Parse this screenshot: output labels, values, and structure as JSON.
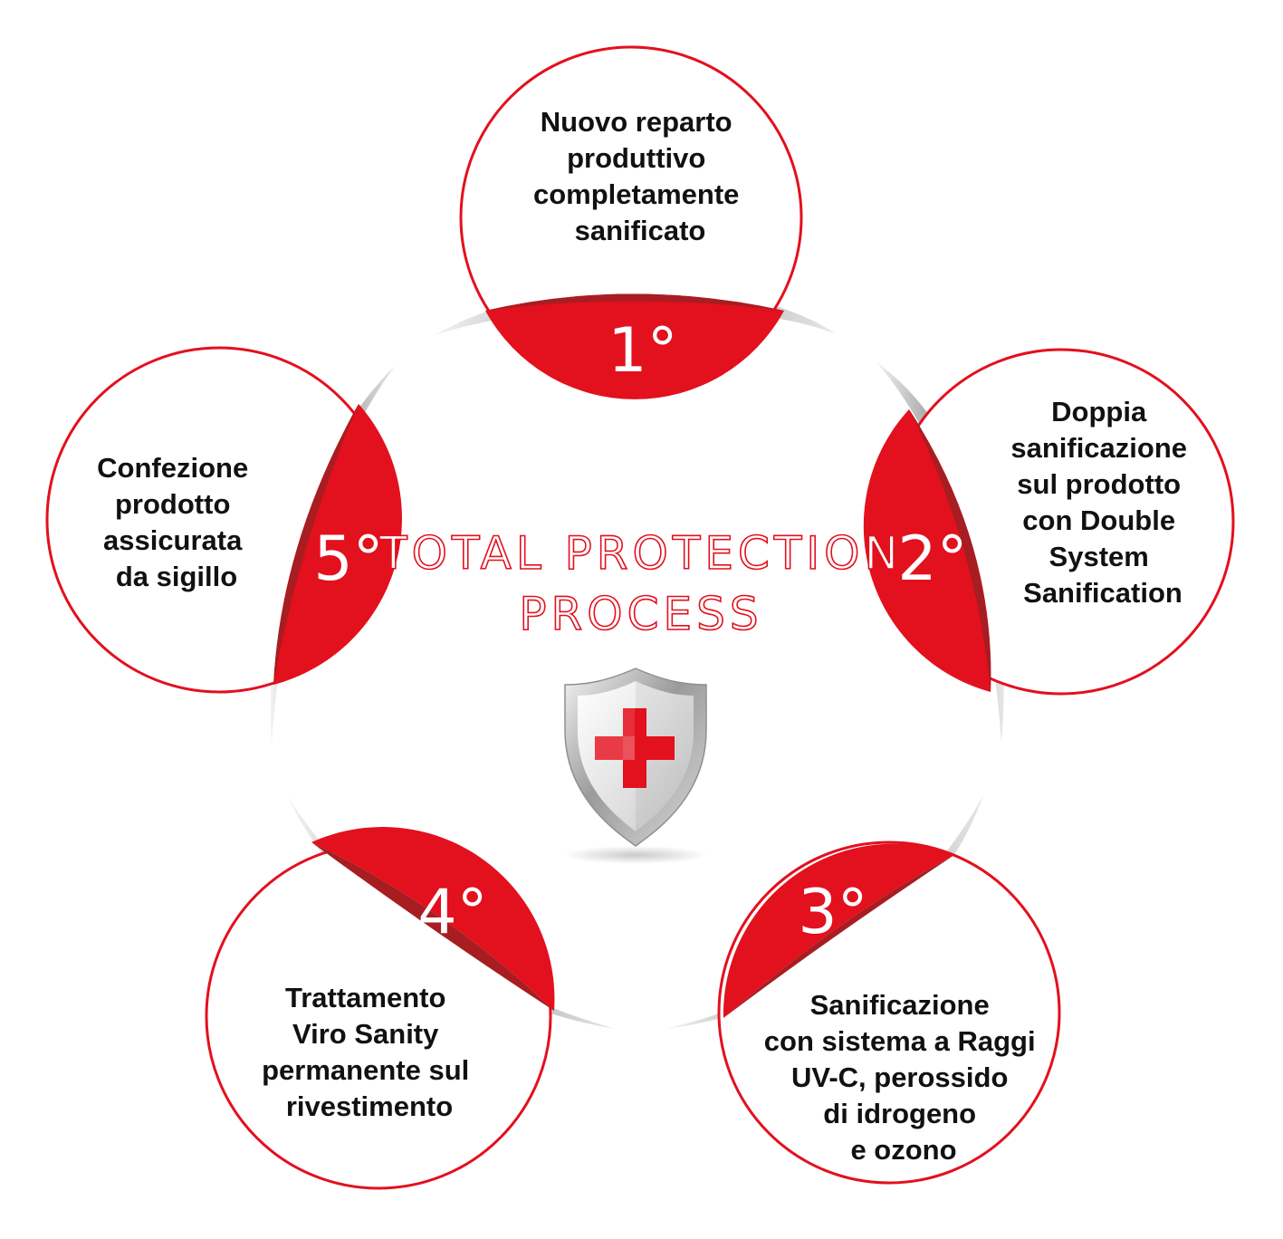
{
  "title": {
    "line1": "TOTAL PROTECTION",
    "line2": "PROCESS"
  },
  "colors": {
    "accent": "#e3101e",
    "accent_dark": "#a81d22",
    "text": "#111111",
    "shield_silver": "#c8c8c8"
  },
  "icons": {
    "center": "shield-with-cross-icon"
  },
  "steps": [
    {
      "number": "1°",
      "lines": [
        "Nuovo reparto",
        "produttivo",
        "completamente",
        "sanificato"
      ]
    },
    {
      "number": "2°",
      "lines": [
        "Doppia",
        "sanificazione",
        "sul prodotto",
        "con Double",
        "System",
        "Sanification"
      ]
    },
    {
      "number": "3°",
      "lines": [
        "Sanificazione",
        "con sistema a Raggi",
        "UV-C, perossido",
        "di idrogeno",
        "e ozono"
      ]
    },
    {
      "number": "4°",
      "lines": [
        "Trattamento",
        "Viro Sanity",
        "permanente sul",
        "rivestimento"
      ]
    },
    {
      "number": "5°",
      "lines": [
        "Confezione",
        "prodotto",
        "assicurata",
        "da sigillo"
      ]
    }
  ]
}
